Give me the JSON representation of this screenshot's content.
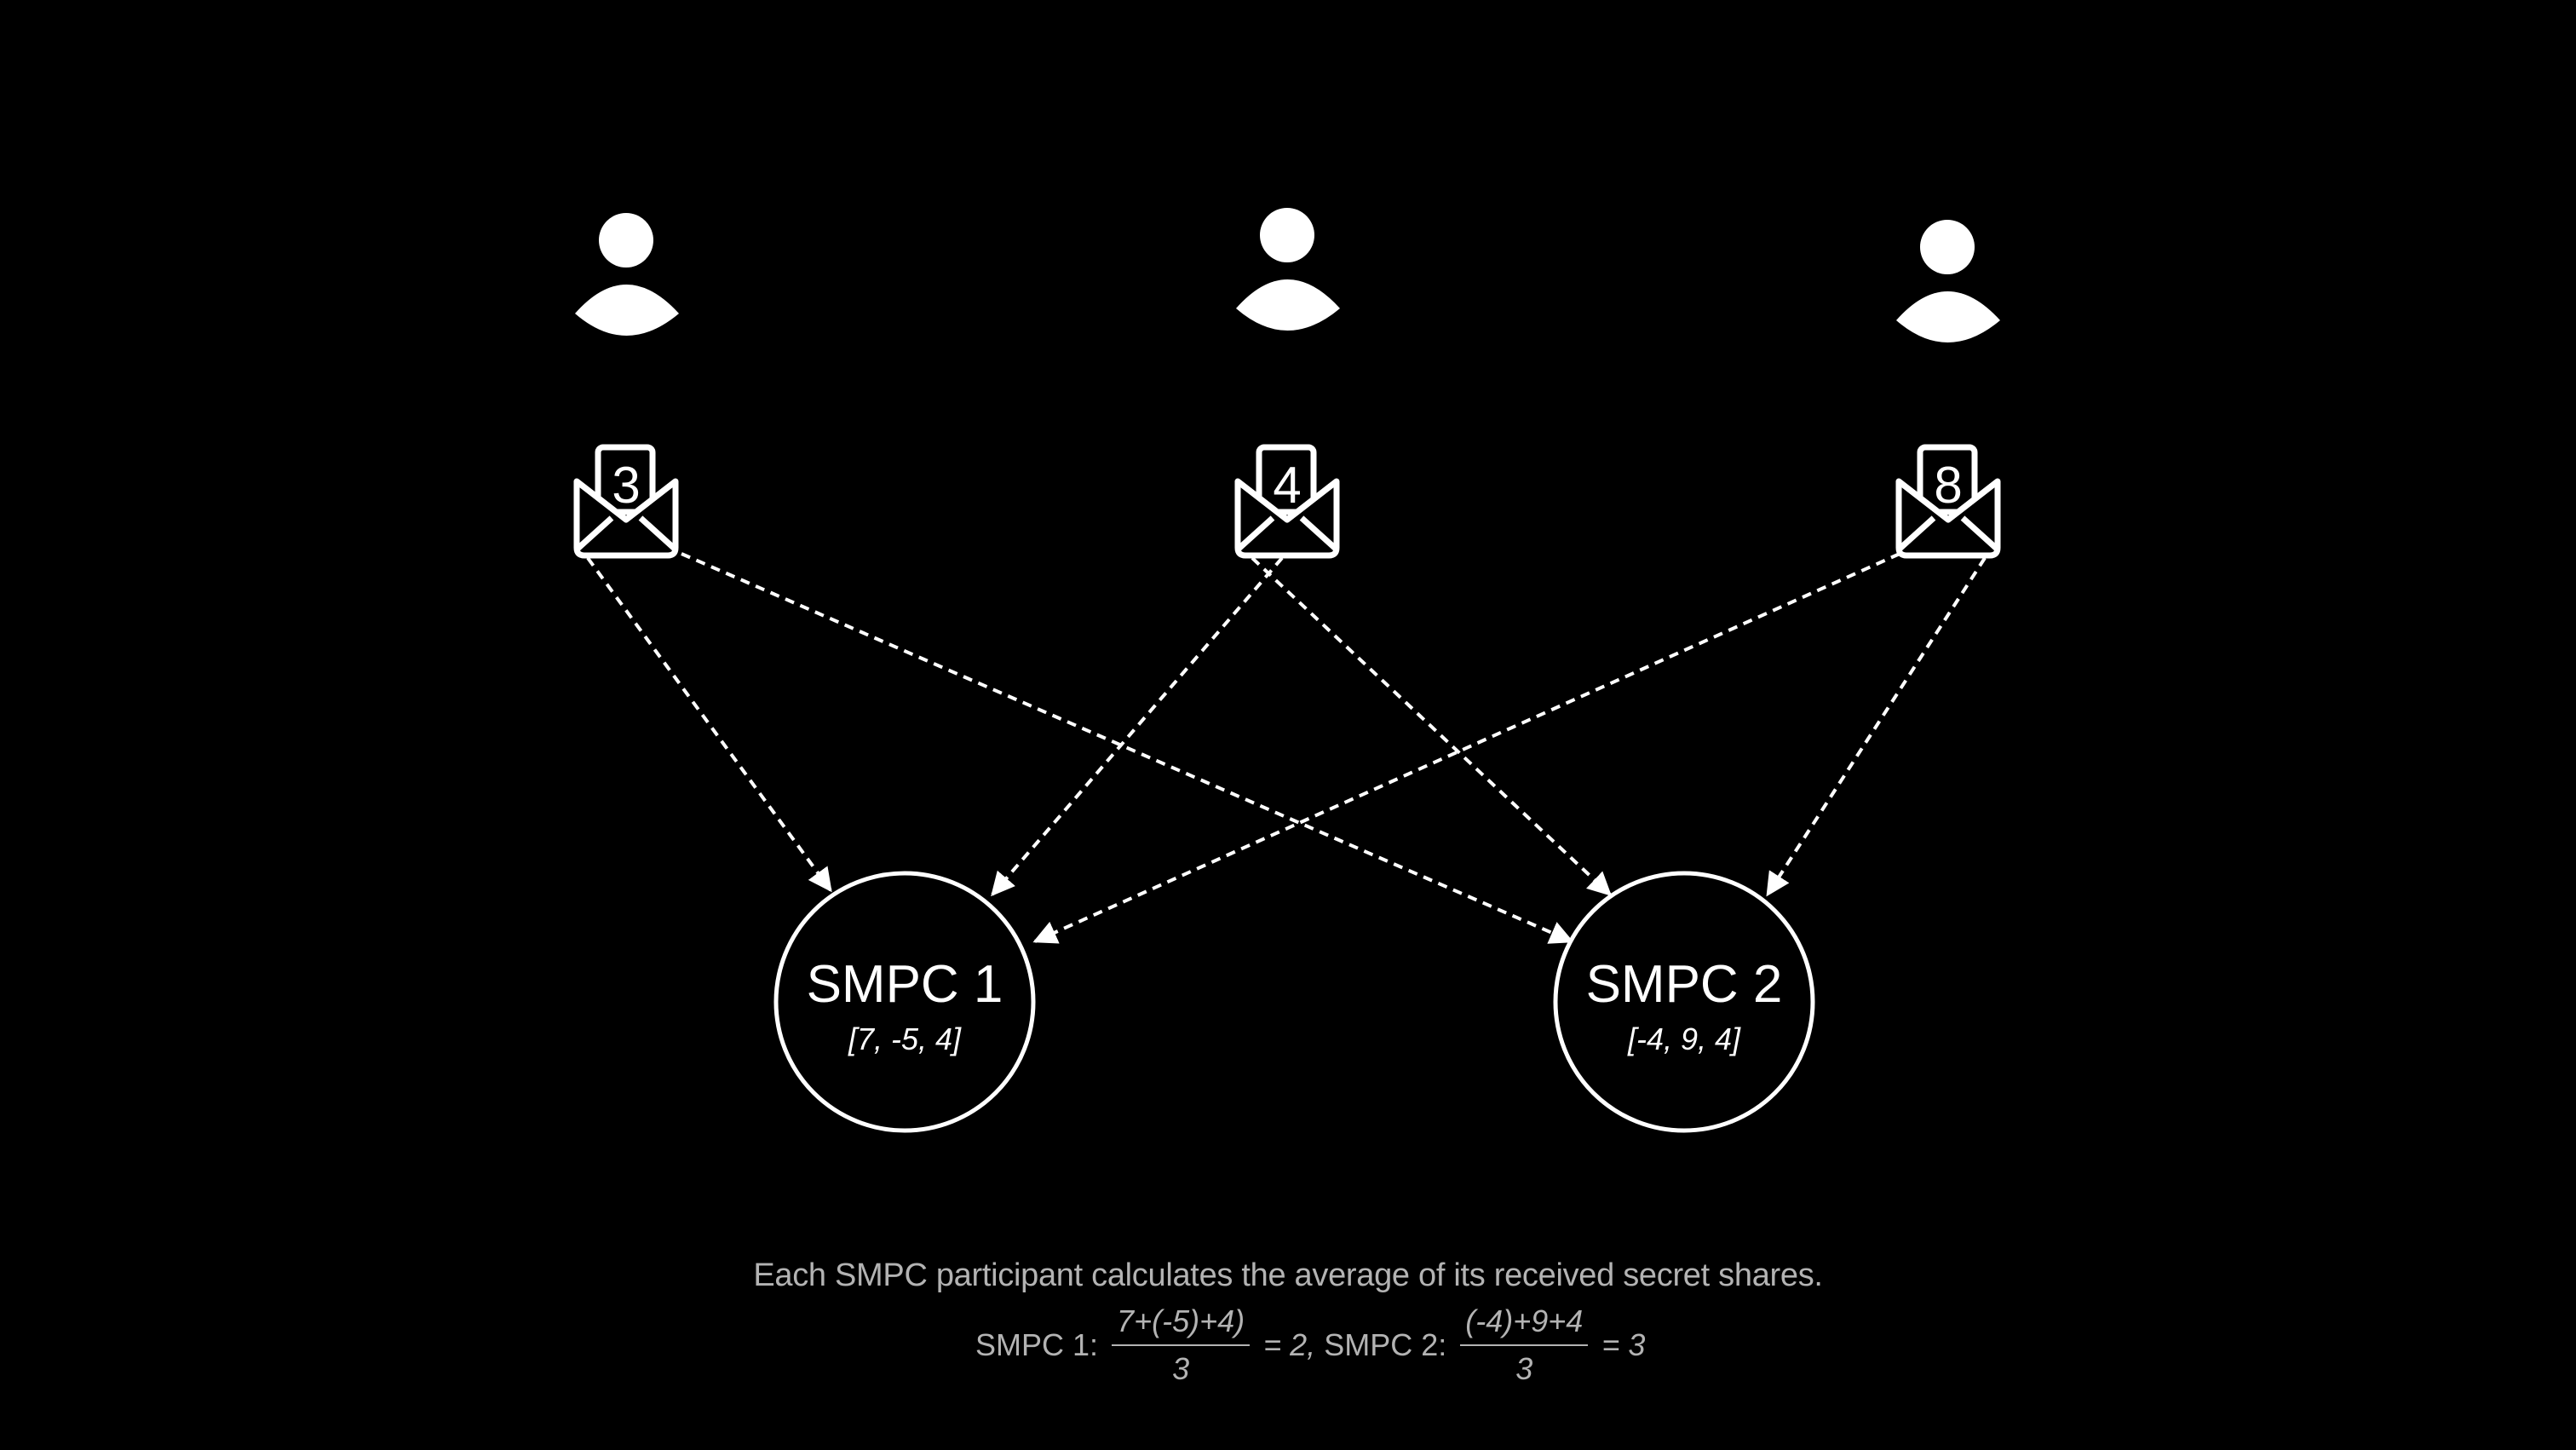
{
  "users": [
    {
      "id": "user-1",
      "secret": "3"
    },
    {
      "id": "user-2",
      "secret": "4"
    },
    {
      "id": "user-3",
      "secret": "8"
    }
  ],
  "nodes": [
    {
      "id": "smpc-1",
      "label": "SMPC 1",
      "shares": "[7, -5, 4]"
    },
    {
      "id": "smpc-2",
      "label": "SMPC 2",
      "shares": "[-4, 9, 4]"
    }
  ],
  "caption": "Each SMPC participant calculates the average of its received secret shares.",
  "formula": {
    "smpc1_label": "SMPC 1:",
    "smpc1_numerator": "7+(-5)+4)",
    "smpc1_denominator": "3",
    "smpc1_result": "= 2,",
    "smpc2_label": "SMPC 2:",
    "smpc2_numerator": "(-4)+9+4",
    "smpc2_denominator": "3",
    "smpc2_result": "= 3"
  },
  "colors": {
    "background": "#000000",
    "foreground": "#ffffff",
    "caption": "#b3b3b3"
  }
}
